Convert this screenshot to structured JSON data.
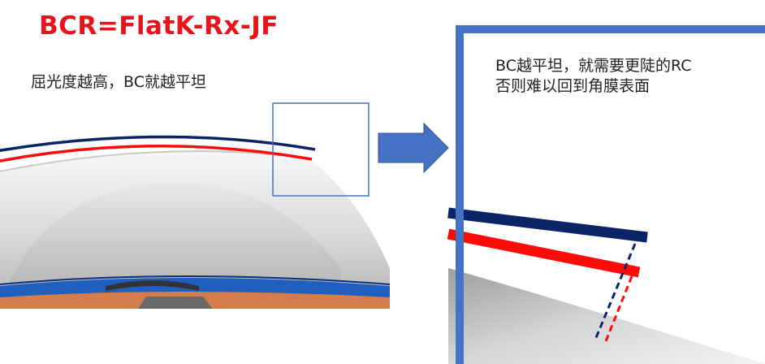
{
  "title": "BCR=FlatK-Rx-JF",
  "left_caption": "屈光度越高，BC就越平坦",
  "right_caption": {
    "line1": "BC越平坦，就需要更陡的RC",
    "line2": "否则难以回到角膜表面"
  },
  "colors": {
    "title_red": "#e8141b",
    "bc_line_navy": "#0b2466",
    "bc_line_red": "#ff0a0a",
    "frame_blue": "#4472c4"
  },
  "icons": [
    "right-arrow-icon"
  ]
}
